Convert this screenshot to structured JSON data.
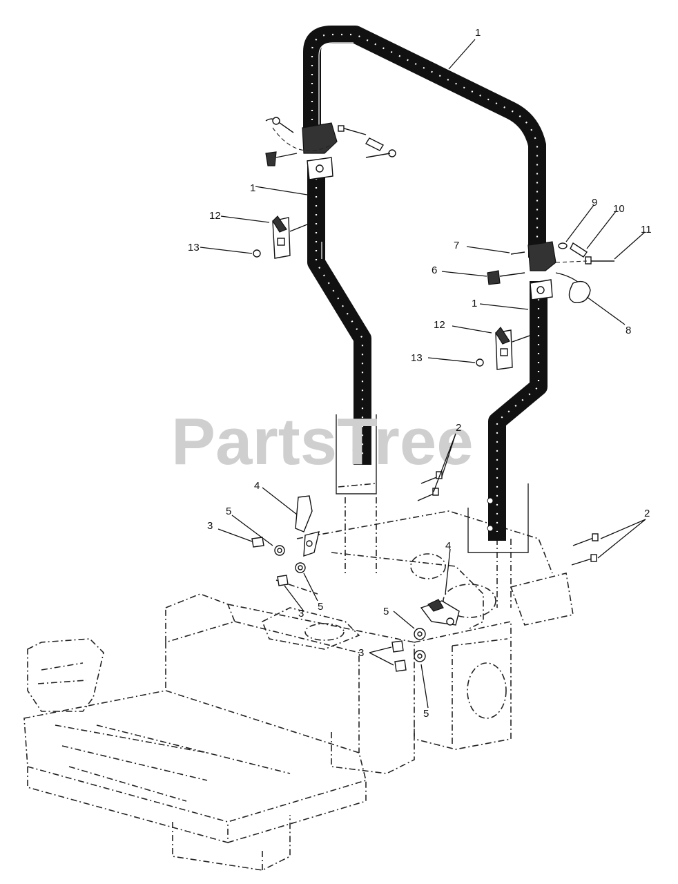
{
  "watermark": {
    "text": "PartsTree"
  },
  "callouts": [
    {
      "id": "c1a",
      "label": "1"
    },
    {
      "id": "c1b",
      "label": "1"
    },
    {
      "id": "c1c",
      "label": "1"
    },
    {
      "id": "c2a",
      "label": "2"
    },
    {
      "id": "c2b",
      "label": "2"
    },
    {
      "id": "c3a",
      "label": "3"
    },
    {
      "id": "c3b",
      "label": "3"
    },
    {
      "id": "c3c",
      "label": "3"
    },
    {
      "id": "c4a",
      "label": "4"
    },
    {
      "id": "c4b",
      "label": "4"
    },
    {
      "id": "c5a",
      "label": "5"
    },
    {
      "id": "c5b",
      "label": "5"
    },
    {
      "id": "c5c",
      "label": "5"
    },
    {
      "id": "c5d",
      "label": "5"
    },
    {
      "id": "c6",
      "label": "6"
    },
    {
      "id": "c7",
      "label": "7"
    },
    {
      "id": "c8",
      "label": "8"
    },
    {
      "id": "c9",
      "label": "9"
    },
    {
      "id": "c10",
      "label": "10"
    },
    {
      "id": "c11",
      "label": "11"
    },
    {
      "id": "c12a",
      "label": "12"
    },
    {
      "id": "c12b",
      "label": "12"
    },
    {
      "id": "c13a",
      "label": "13"
    },
    {
      "id": "c13b",
      "label": "13"
    }
  ]
}
